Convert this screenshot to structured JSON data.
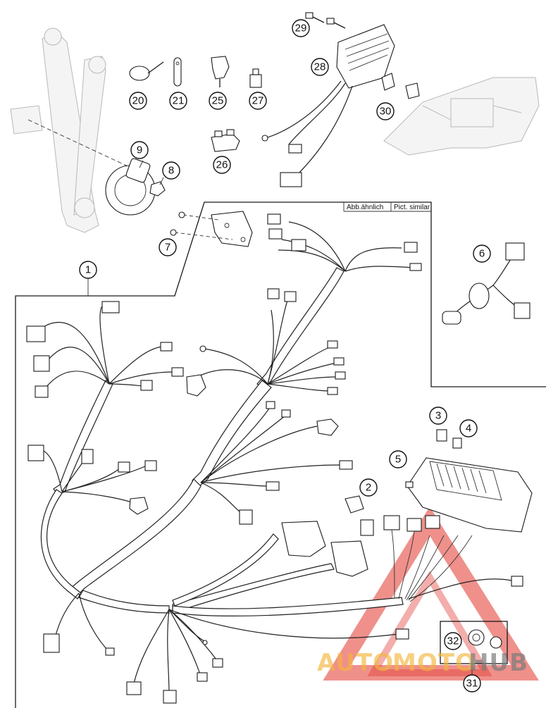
{
  "header_tags": {
    "similar_de": "Abb.ähnlich",
    "similar_en": "Pict. similar"
  },
  "callouts": {
    "c1": "1",
    "c2": "2",
    "c3": "3",
    "c4": "4",
    "c5": "5",
    "c6": "6",
    "c7": "7",
    "c8": "8",
    "c9": "9",
    "c20": "20",
    "c21": "21",
    "c25": "25",
    "c26": "26",
    "c27": "27",
    "c28": "28",
    "c29": "29",
    "c30": "30",
    "c31": "31",
    "c32": "32"
  },
  "watermark": {
    "part1": "AUTO",
    "part2": "MOTO",
    "part3": "HUB",
    "colors": {
      "triangle": "#e2342c",
      "auto": "#f2b63c",
      "hub": "#7a7a7a"
    }
  }
}
